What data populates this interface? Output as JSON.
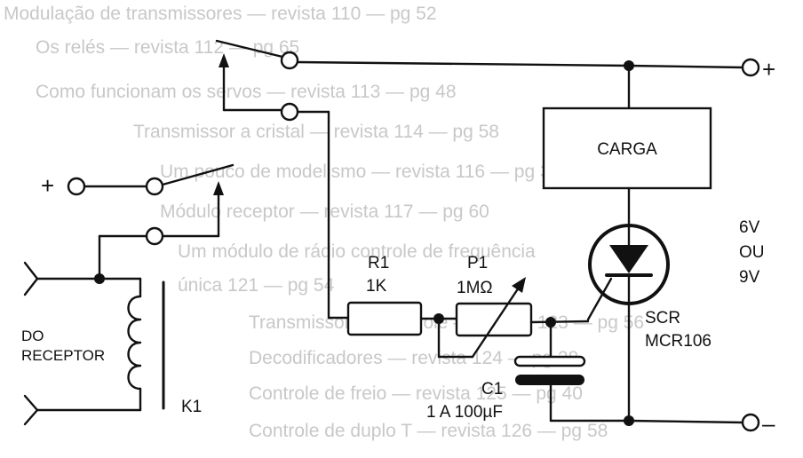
{
  "background_text": [
    "Modulação de transmissores — revista 110 — pg 52",
    "Os relés — revista 112 — pg 65",
    "Como funcionam os servos — revista 113 — pg 48",
    "Transmissor a cristal — revista 114 — pg 58",
    "Um pouco de modelismo — revista 116 — pg 36",
    "Módulo receptor — revista 117 — pg 60",
    "Um módulo de rádio controle de frequência",
    "única 121 — pg 54",
    "Transmissor de controle — revista 123 — pg 56",
    "Decodificadores — revista 124 — pg 28",
    "Controle de freio — revista 125 — pg 40",
    "Controle de duplo T — revista 126 — pg 58"
  ],
  "labels": {
    "input_source": "DO",
    "input_source_2": "RECEPTOR",
    "relay": "K1",
    "r1_name": "R1",
    "r1_value": "1K",
    "p1_name": "P1",
    "p1_value": "1MΩ",
    "c1_name": "C1",
    "c1_value": "1 A 100µF",
    "load": "CARGA",
    "supply_1": "6V",
    "supply_2": "OU",
    "supply_3": "9V",
    "scr_name": "SCR",
    "scr_part": "MCR106",
    "plus_left": "+",
    "plus_right": "+",
    "minus_right": "–"
  }
}
